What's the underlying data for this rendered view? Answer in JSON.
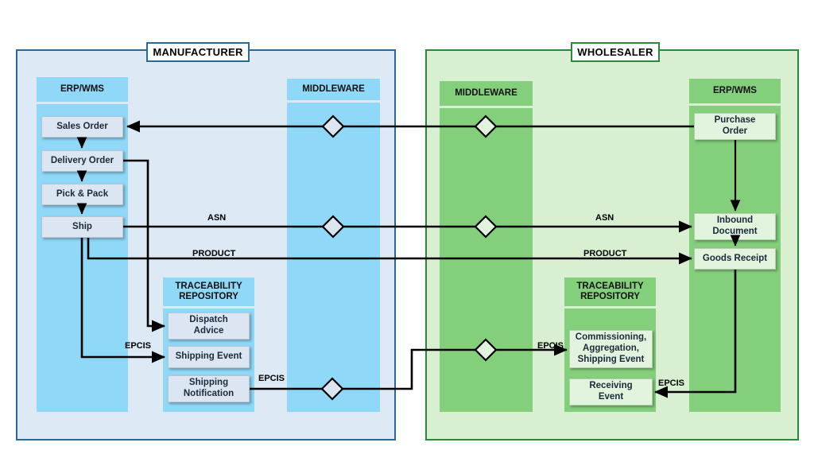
{
  "diagram": {
    "title_manufacturer": "MANUFACTURER",
    "title_wholesaler": "WHOLESALER",
    "colors": {
      "manufacturer_panel_fill": "#dde9f5",
      "manufacturer_panel_border": "#2b6a96",
      "manufacturer_column_fill": "#8fd8f7",
      "manufacturer_node_fill": "#dce6f2",
      "wholesaler_panel_fill": "#d8efd1",
      "wholesaler_panel_border": "#2a8a3c",
      "wholesaler_column_fill": "#84cf7c",
      "wholesaler_node_fill": "#e2f3de",
      "line": "#000000",
      "gateway_fill": "#dce6f2"
    }
  },
  "manufacturer": {
    "erp": {
      "header": "ERP/WMS",
      "nodes": [
        {
          "label": "Sales Order"
        },
        {
          "label": "Delivery Order"
        },
        {
          "label": "Pick & Pack"
        },
        {
          "label": "Ship"
        }
      ]
    },
    "traceability": {
      "header_line1": "TRACEABILITY",
      "header_line2": "REPOSITORY",
      "nodes": [
        {
          "label": "Dispatch Advice",
          "line1": "Dispatch",
          "line2": "Advice"
        },
        {
          "label": "Shipping Event",
          "line1": "Shipping Event",
          "line2": ""
        },
        {
          "label": "Shipping Notification",
          "line1": "Shipping",
          "line2": "Notification"
        }
      ]
    },
    "middleware": {
      "header": "MIDDLEWARE"
    }
  },
  "wholesaler": {
    "middleware": {
      "header": "MIDDLEWARE"
    },
    "erp": {
      "header": "ERP/WMS",
      "nodes": [
        {
          "label": "Purchase Order",
          "line1": "Purchase",
          "line2": "Order"
        },
        {
          "label": "Inbound Document",
          "line1": "Inbound",
          "line2": "Document"
        },
        {
          "label": "Goods Receipt",
          "line1": "Goods Receipt",
          "line2": ""
        }
      ]
    },
    "traceability": {
      "header_line1": "TRACEABILITY",
      "header_line2": "REPOSITORY",
      "nodes": [
        {
          "label": "Commissioning, Aggregation, Shipping Event",
          "line1": "Commissioning,",
          "line2": "Aggregation,",
          "line3": "Shipping  Event"
        },
        {
          "label": "Receiving Event",
          "line1": "Receiving",
          "line2": "Event"
        }
      ]
    }
  },
  "flow_labels": {
    "asn_left": "ASN",
    "asn_right": "ASN",
    "product_left": "PRODUCT",
    "product_right": "PRODUCT",
    "epcis_shipping_event": "EPCIS",
    "epcis_shipping_notification": "EPCIS",
    "epcis_commissioning": "EPCIS",
    "epcis_receiving": "EPCIS"
  }
}
